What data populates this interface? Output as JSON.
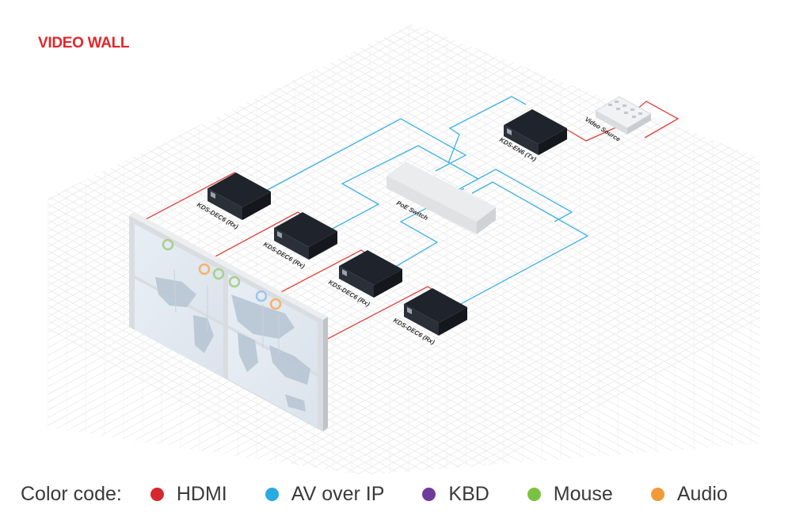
{
  "title": "VIDEO WALL",
  "colors": {
    "title": "#e3262b",
    "hdmi": "#e0403a",
    "av_over_ip": "#3fb0e3",
    "device_dark": "#1f232b",
    "switch": "#ebeced",
    "grid": "#e6e6e6"
  },
  "devices": {
    "tx": "KDS-EN6 (Tx)",
    "video_source": "Video Source",
    "poe_switch": "PoE Switch",
    "rx": [
      "KDS-DEC6 (Rx)",
      "KDS-DEC6 (Rx)",
      "KDS-DEC6 (Rx)",
      "KDS-DEC6 (Rx)"
    ]
  },
  "legend": {
    "title": "Color code:",
    "items": [
      {
        "label": "HDMI",
        "color": "#d7282f"
      },
      {
        "label": "AV over IP",
        "color": "#29aae1"
      },
      {
        "label": "KBD",
        "color": "#6f3b98"
      },
      {
        "label": "Mouse",
        "color": "#7cc242"
      },
      {
        "label": "Audio",
        "color": "#f39a37"
      }
    ]
  }
}
